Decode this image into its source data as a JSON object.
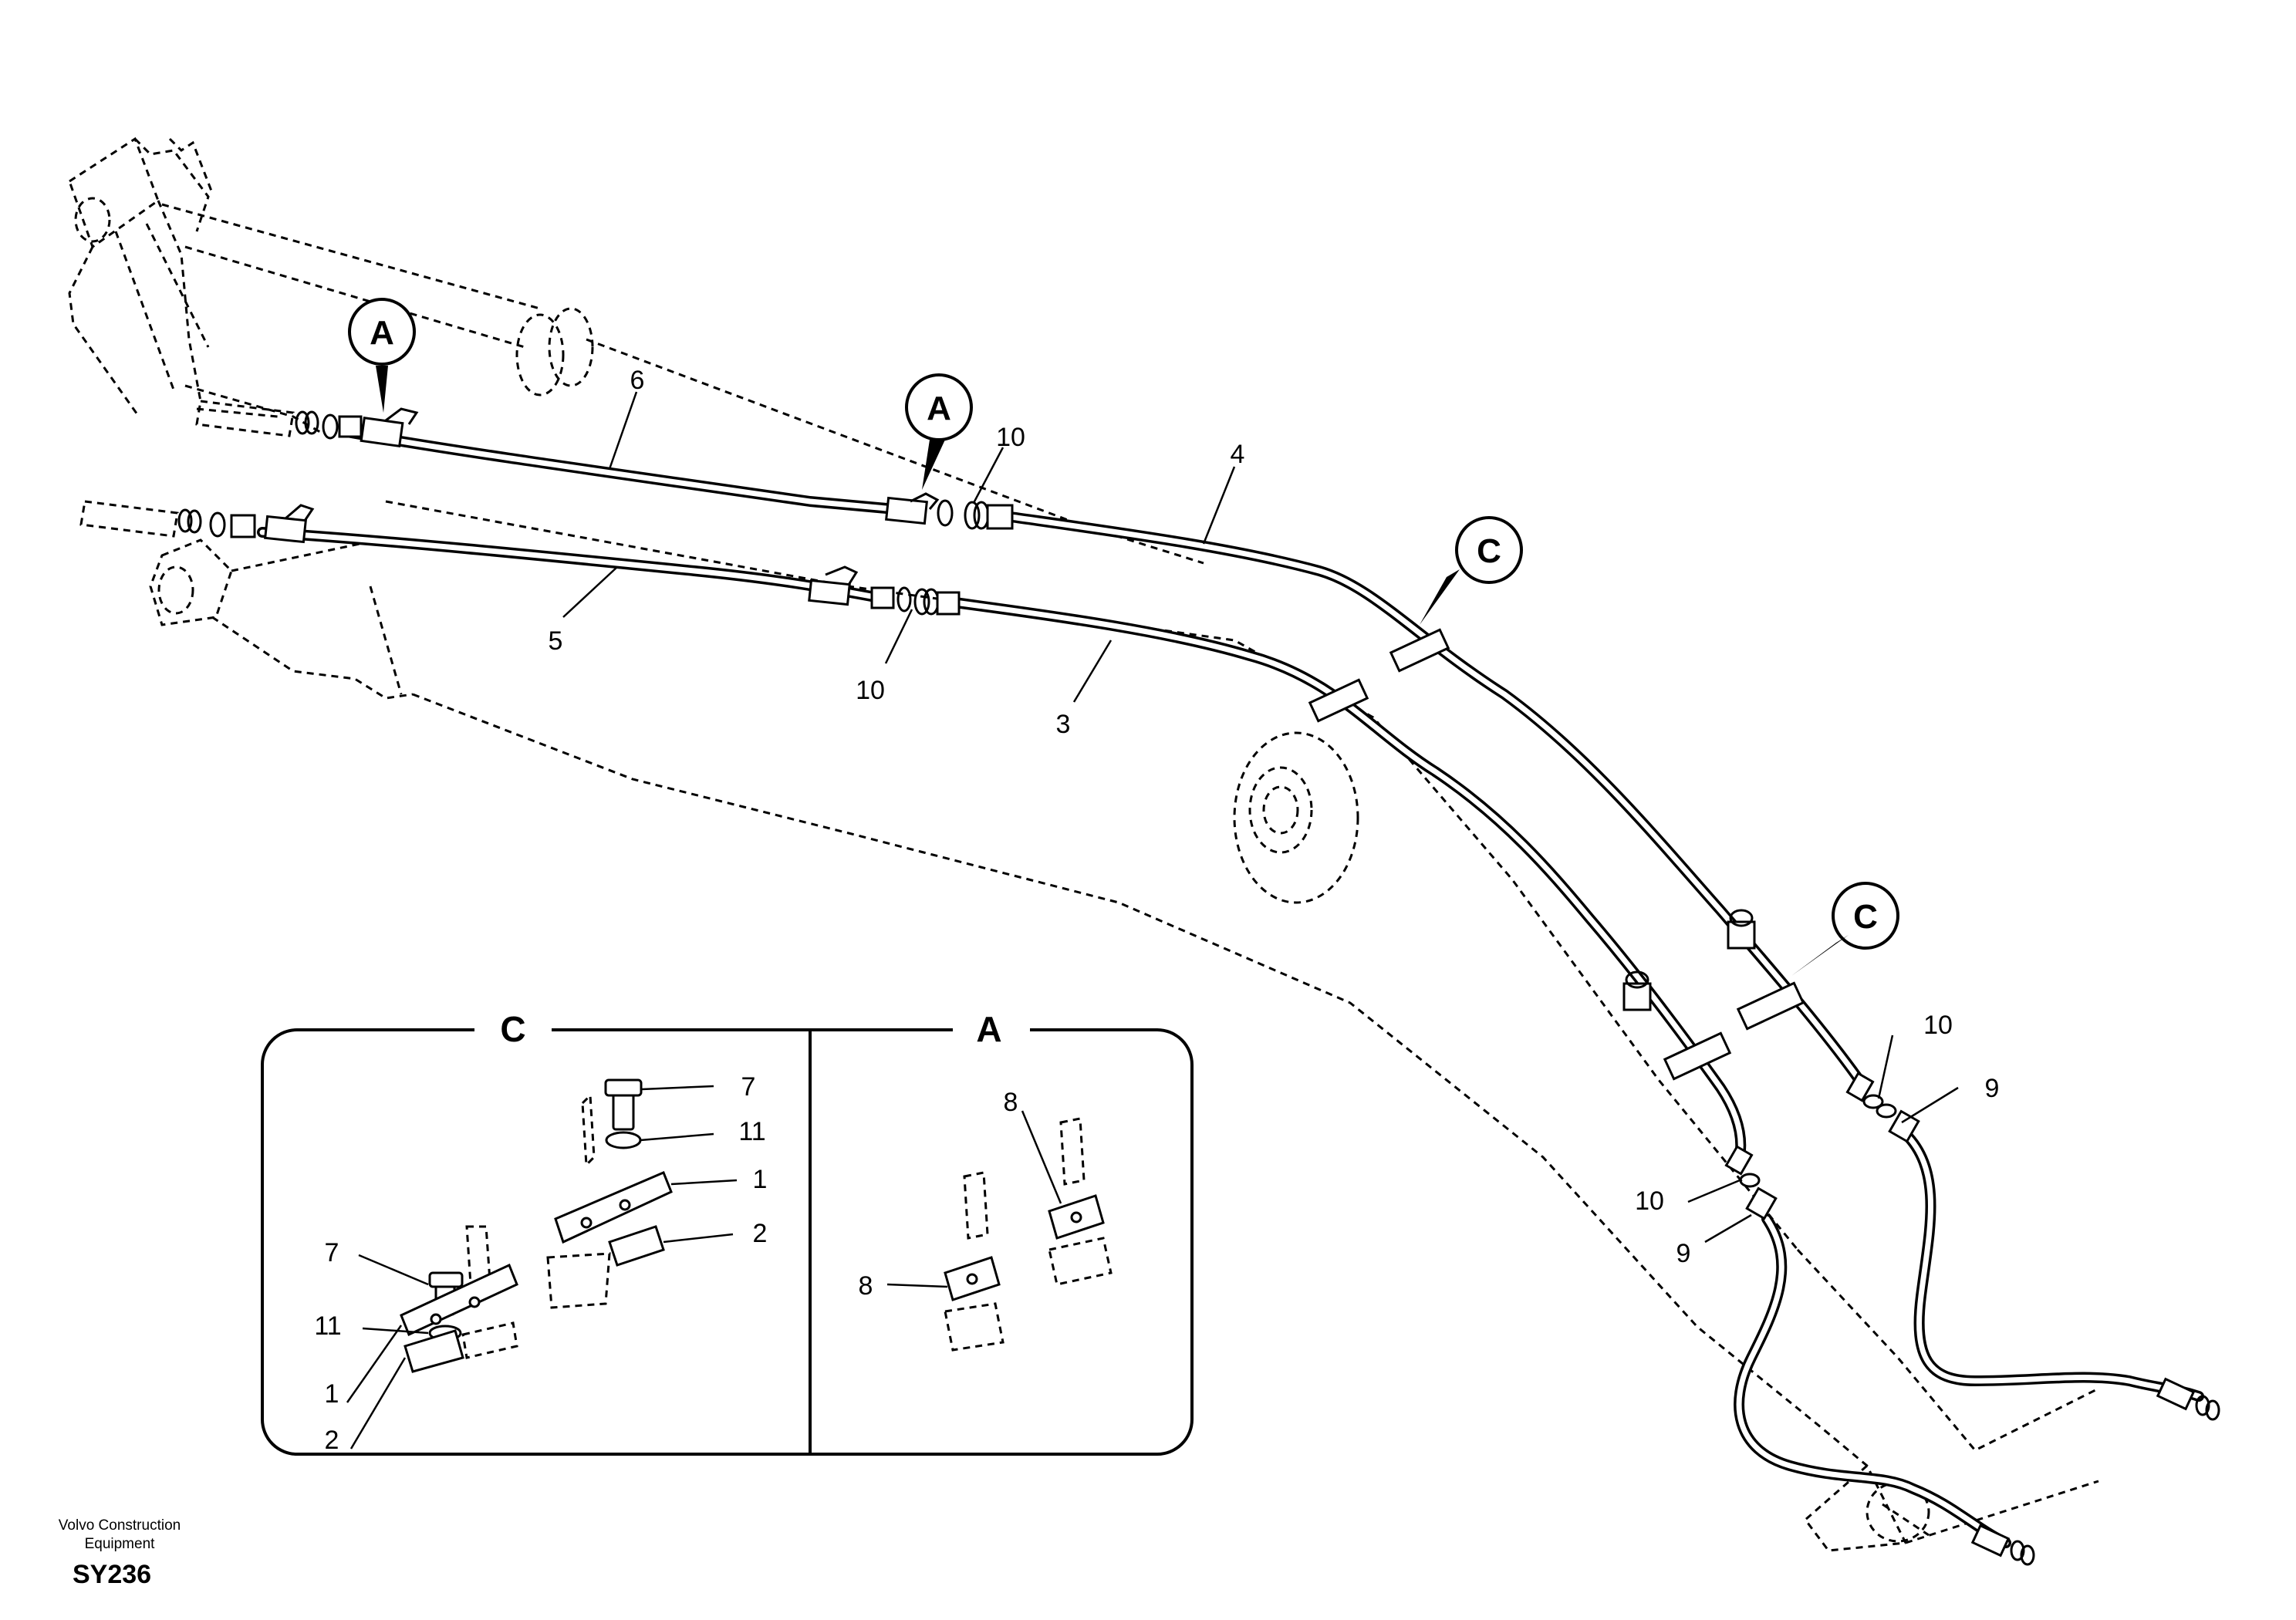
{
  "callouts": [
    {
      "id": "c6",
      "text": "6"
    },
    {
      "id": "c4",
      "text": "4"
    },
    {
      "id": "c10a",
      "text": "10"
    },
    {
      "id": "c5",
      "text": "5"
    },
    {
      "id": "c10b",
      "text": "10"
    },
    {
      "id": "c3",
      "text": "3"
    },
    {
      "id": "c10c",
      "text": "10"
    },
    {
      "id": "c9a",
      "text": "9"
    },
    {
      "id": "c10d",
      "text": "10"
    },
    {
      "id": "c9b",
      "text": "9"
    }
  ],
  "detail_markers": [
    "A",
    "A",
    "C",
    "C"
  ],
  "insets": {
    "left": {
      "title": "C",
      "labels": [
        "7",
        "11",
        "1",
        "2",
        "7",
        "11",
        "1",
        "2"
      ]
    },
    "right": {
      "title": "A",
      "labels": [
        "8",
        "8"
      ]
    }
  },
  "footer": {
    "company_line1": "Volvo Construction",
    "company_line2": "Equipment",
    "code": "SY236"
  }
}
